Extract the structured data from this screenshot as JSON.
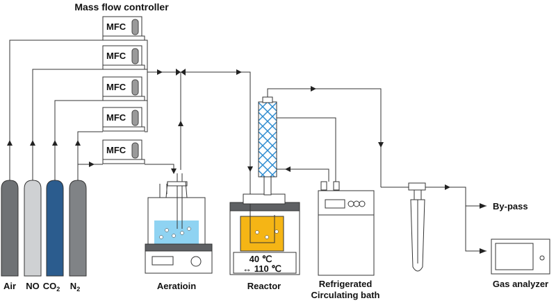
{
  "header": {
    "title": "Mass flow controller"
  },
  "mfc": {
    "label": "MFC",
    "count": 5
  },
  "cylinders": [
    {
      "label": "Air",
      "color": "#6f7275"
    },
    {
      "label": "NO",
      "color": "#cfd1d3"
    },
    {
      "label": "CO",
      "subscript": "2",
      "color": "#2b5c8e"
    },
    {
      "label": "N",
      "subscript": "2",
      "color": "#808386"
    }
  ],
  "aeration": {
    "label": "Aeratioin",
    "liquid_color": "#8fd3f2"
  },
  "reactor": {
    "label": "Reactor",
    "liquid_color": "#f5b515",
    "temp_line1": "40 ℃",
    "temp_line2": "↔ 110 ℃"
  },
  "bath": {
    "label_line1": "Refrigerated",
    "label_line2": "Circulating bath"
  },
  "outputs": {
    "bypass": "By-pass",
    "analyzer": "Gas analyzer"
  }
}
